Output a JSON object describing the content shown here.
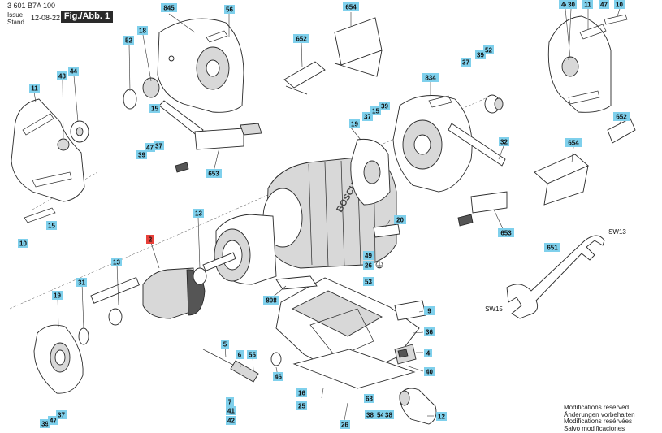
{
  "header": {
    "code": "3 601 B7A 100",
    "issue_label": "Issue",
    "stand_label": "Stand",
    "date": "12-08-22",
    "figure": "Fig./Abb. 1"
  },
  "notes": [
    "Modifications reserved",
    "Änderungen vorbehalten",
    "Modifications resérvées",
    "Salvo modificaciones"
  ],
  "brand_on_motor": "BOSCH",
  "labels": [
    {
      "id": "845",
      "highlight": false
    },
    {
      "id": "56",
      "highlight": false
    },
    {
      "id": "654",
      "highlight": false
    },
    {
      "id": "44",
      "highlight": false
    },
    {
      "id": "30",
      "highlight": false
    },
    {
      "id": "11",
      "highlight": false
    },
    {
      "id": "47",
      "highlight": false
    },
    {
      "id": "10",
      "highlight": false
    },
    {
      "id": "18",
      "highlight": false
    },
    {
      "id": "52",
      "highlight": false
    },
    {
      "id": "652",
      "highlight": false
    },
    {
      "id": "37",
      "highlight": false
    },
    {
      "id": "39",
      "highlight": false
    },
    {
      "id": "52",
      "highlight": false
    },
    {
      "id": "11",
      "highlight": false
    },
    {
      "id": "43",
      "highlight": false
    },
    {
      "id": "44",
      "highlight": false
    },
    {
      "id": "834",
      "highlight": false
    },
    {
      "id": "37",
      "highlight": false
    },
    {
      "id": "15",
      "highlight": false
    },
    {
      "id": "39",
      "highlight": false
    },
    {
      "id": "19",
      "highlight": false
    },
    {
      "id": "15",
      "highlight": false
    },
    {
      "id": "652",
      "highlight": false
    },
    {
      "id": "39",
      "highlight": false
    },
    {
      "id": "47",
      "highlight": false
    },
    {
      "id": "37",
      "highlight": false
    },
    {
      "id": "653",
      "highlight": false
    },
    {
      "id": "32",
      "highlight": false
    },
    {
      "id": "654",
      "highlight": false
    },
    {
      "id": "10",
      "highlight": false
    },
    {
      "id": "15",
      "highlight": false
    },
    {
      "id": "13",
      "highlight": false
    },
    {
      "id": "20",
      "highlight": false
    },
    {
      "id": "653",
      "highlight": false
    },
    {
      "id": "2",
      "highlight": true
    },
    {
      "id": "49",
      "highlight": false
    },
    {
      "id": "26",
      "highlight": false
    },
    {
      "id": "651",
      "highlight": false
    },
    {
      "id": "13",
      "highlight": false
    },
    {
      "id": "53",
      "highlight": false
    },
    {
      "id": "31",
      "highlight": false
    },
    {
      "id": "808",
      "highlight": false
    },
    {
      "id": "9",
      "highlight": false
    },
    {
      "id": "19",
      "highlight": false
    },
    {
      "id": "36",
      "highlight": false
    },
    {
      "id": "5",
      "highlight": false
    },
    {
      "id": "6",
      "highlight": false
    },
    {
      "id": "55",
      "highlight": false
    },
    {
      "id": "4",
      "highlight": false
    },
    {
      "id": "46",
      "highlight": false
    },
    {
      "id": "40",
      "highlight": false
    },
    {
      "id": "16",
      "highlight": false
    },
    {
      "id": "7",
      "highlight": false
    },
    {
      "id": "25",
      "highlight": false
    },
    {
      "id": "41",
      "highlight": false
    },
    {
      "id": "42",
      "highlight": false
    },
    {
      "id": "63",
      "highlight": false
    },
    {
      "id": "54",
      "highlight": false
    },
    {
      "id": "38",
      "highlight": false
    },
    {
      "id": "12",
      "highlight": false
    },
    {
      "id": "39",
      "highlight": false
    },
    {
      "id": "47",
      "highlight": false
    },
    {
      "id": "37",
      "highlight": false
    },
    {
      "id": "26",
      "highlight": false
    },
    {
      "id": "38",
      "highlight": false
    }
  ],
  "wrench_labels": [
    "SW13",
    "SW15"
  ],
  "colors": {
    "label_box": "#7fd0ec",
    "highlight_box": "#e8403a",
    "title_bar": "#2a2a2a"
  }
}
